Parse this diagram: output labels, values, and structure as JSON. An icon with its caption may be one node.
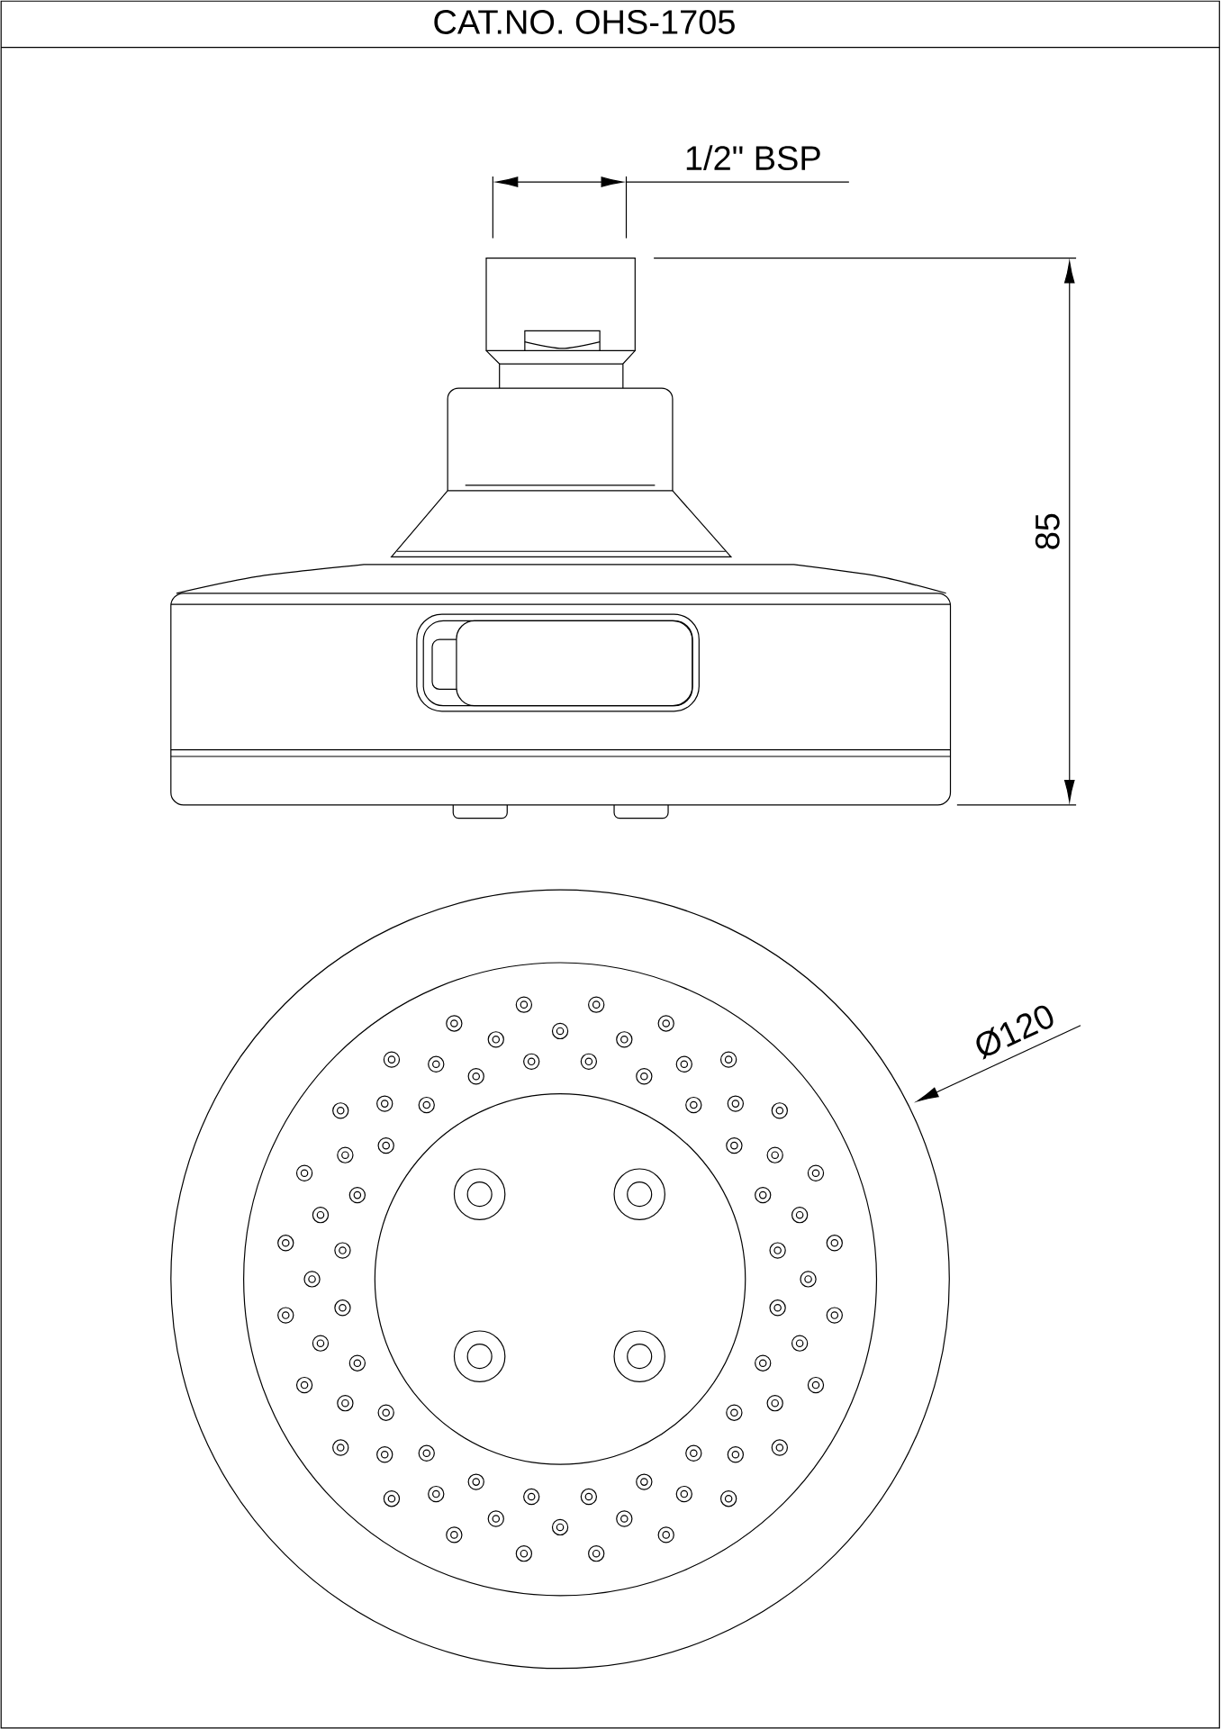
{
  "diagram": {
    "title": "CAT.NO. OHS-1705",
    "labels": [
      "1/2\" BSP",
      "85",
      "Ø120"
    ]
  }
}
